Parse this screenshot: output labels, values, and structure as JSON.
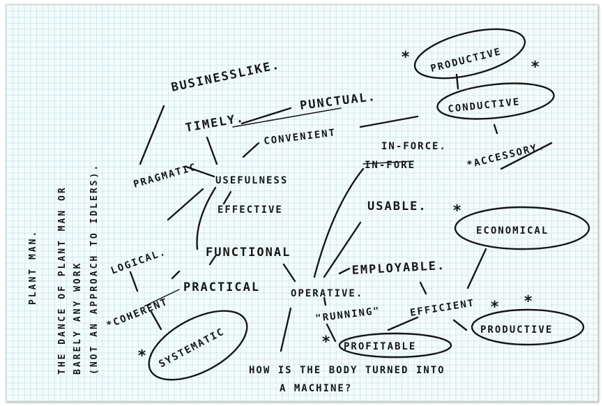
{
  "side_notes": {
    "line1": "PLANT MAN.",
    "line2": "THE DANCE OF PLANT MAN OR",
    "line3": "BARELY ANY WORK",
    "line4": "(NOT AN APPROACH TO IDLERS)."
  },
  "words": {
    "businesslike": "BUSINESSLIKE.",
    "punctual": "PUNCTUAL.",
    "timely": "TIMELY.",
    "convenient": "CONVENIENT",
    "pragmatic": "PRAGMATIC",
    "usefulness": "USEFULNESS",
    "effective": "EFFECTIVE",
    "logical": "LOGICAL.",
    "coherent": "*COHERENT",
    "practical": "PRACTICAL",
    "functional": "FUNCTIONAL",
    "operative": "OPERATIVE.",
    "running": "\"RUNNING\"",
    "employable": "EMPLOYABLE.",
    "usable": "USABLE.",
    "in_force": "IN-FORCE.",
    "in_force_struck": "IN-FORE",
    "efficient": "EFFICIENT",
    "accessory": "*ACCESSORY.",
    "productive_top": "PRODUCTIVE",
    "conductive": "CONDUCTIVE",
    "economical": "ECONOMICAL",
    "productive_bottom": "PRODUCTIVE",
    "profitable": "PROFITABLE",
    "systematic": "SYSTEMATIC"
  },
  "question": {
    "line1": "HOW IS THE BODY TURNED INTO",
    "line2": "A MACHINE?"
  },
  "marks": {
    "star": "*"
  },
  "colors": {
    "ink": "#161616",
    "grid": "#6ebec8",
    "paper": "#f6fbfb"
  }
}
